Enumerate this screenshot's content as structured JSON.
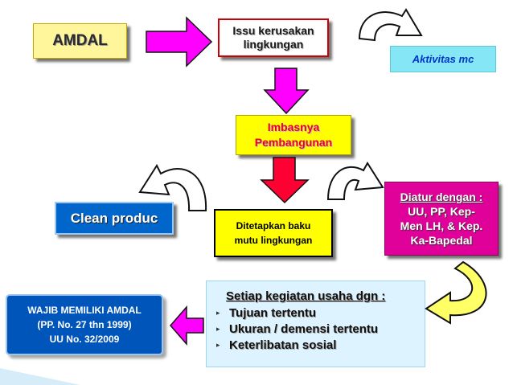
{
  "nodes": {
    "amdal": "AMDAL",
    "issu_line1": "Issu kerusakan",
    "issu_line2": "lingkungan",
    "aktivitas": "Aktivitas mc",
    "imbasnya_line1": "Imbasnya",
    "imbasnya_line2": "Pembangunan",
    "clean": "Clean produc",
    "ditetapkan_line1": "Ditetapkan baku",
    "ditetapkan_line2": "mutu lingkungan",
    "diatur_line1": "Diatur dengan :",
    "diatur_line2": "UU, PP, Kep-",
    "diatur_line3": "Men LH, & Kep.",
    "diatur_line4": "Ka-Bapedal",
    "wajib_line1": "WAJIB MEMILIKI AMDAL",
    "wajib_line2": "(PP. No. 27 thn 1999)",
    "wajib_line3": "UU No. 32/2009"
  },
  "setiap": {
    "heading": "Setiap kegiatan usaha dgn :",
    "items": [
      "Tujuan tertentu",
      "Ukuran / demensi tertentu",
      "Keterlibatan sosial"
    ],
    "bullet": "▸"
  },
  "colors": {
    "arrow_magenta": "#ff00ff",
    "arrow_red": "#ff0033",
    "curved_fill": "#ffffff",
    "curved_yellow": "#ffff66",
    "corner_accent": "#d6ecf8"
  }
}
